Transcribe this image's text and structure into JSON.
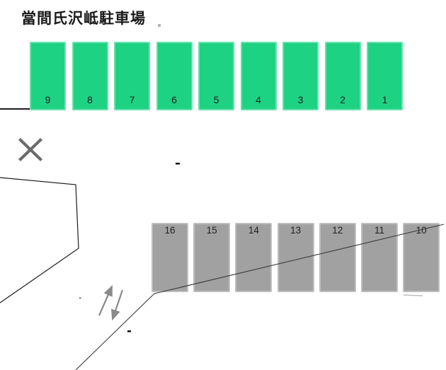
{
  "title": "當間氏沢岻駐車場",
  "legend": {
    "available_color": "#1ed283",
    "occupied_color": "#a1a1a1",
    "line_color": "#2b2b2b",
    "arrow_color": "#8a8a8a",
    "x_mark_color": "#6b6b6b"
  },
  "available_spaces": {
    "status": "available",
    "numbers": [
      "9",
      "8",
      "7",
      "6",
      "5",
      "4",
      "3",
      "2",
      "1"
    ]
  },
  "occupied_spaces": {
    "status": "occupied",
    "numbers": [
      "16",
      "15",
      "14",
      "13",
      "12",
      "11",
      "10"
    ]
  },
  "marks": {
    "x_symbol": "×",
    "traffic_arrows": "two-way"
  }
}
